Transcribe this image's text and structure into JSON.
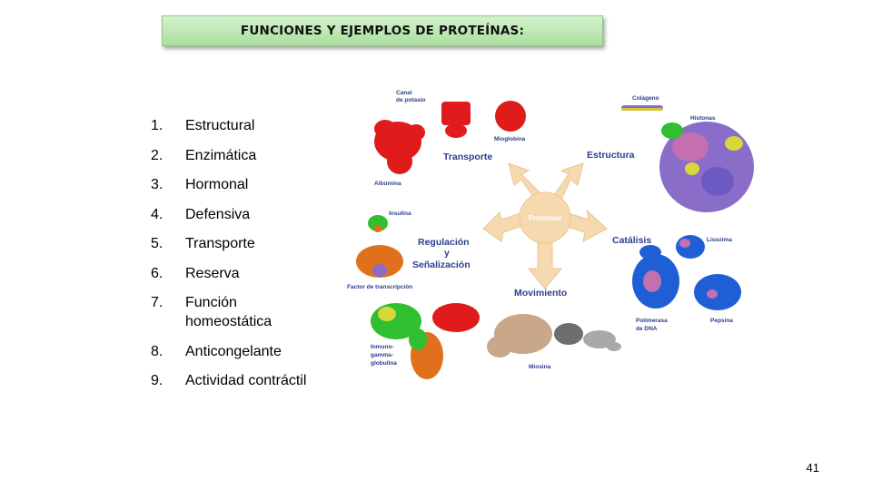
{
  "title": "FUNCIONES Y EJEMPLOS DE PROTEÍNAS:",
  "functions": [
    {
      "num": "1.",
      "text": "Estructural"
    },
    {
      "num": "2.",
      "text": "Enzimática"
    },
    {
      "num": "3.",
      "text": "Hormonal"
    },
    {
      "num": "4.",
      "text": "Defensiva"
    },
    {
      "num": "5.",
      "text": "Transporte"
    },
    {
      "num": "6.",
      "text": "Reserva"
    },
    {
      "num": "7.",
      "text": "Función homeostática"
    },
    {
      "num": "8.",
      "text": "Anticongelante"
    },
    {
      "num": "9.",
      "text": "Actividad contráctil"
    }
  ],
  "diagram": {
    "center": "Proteínas",
    "categories": {
      "transporte": "Transporte",
      "estructura": "Estructura",
      "catalisis": "Catálisis",
      "movimiento": "Movimiento",
      "regulacion_1": "Regulación",
      "regulacion_2": "y",
      "regulacion_3": "Señalización"
    },
    "examples": {
      "canal_1": "Canal",
      "canal_2": "de potasio",
      "mioglobina": "Mioglobina",
      "albumina": "Albúmina",
      "colageno": "Colágeno",
      "histonas": "Histonas",
      "insulina": "Insulina",
      "factor": "Factor de transcripción",
      "lisozima": "Lisozima",
      "polimerasa_1": "Polimerasa",
      "polimerasa_2": "de DNA",
      "pepsina": "Pepsina",
      "inmuno_1": "Inmuno-",
      "inmuno_2": "gamma-",
      "inmuno_3": "globulina",
      "miosina": "Miosina"
    },
    "colors": {
      "arrow": "#f7d9b0",
      "category_text": "#2b3f8c",
      "label_text": "#2b3f8c",
      "transport_protein": "#e01b1b",
      "histone_protein": "#8a6cc9",
      "catalysis_protein": "#1f5fd6",
      "myosin_protein": "#c9a88a",
      "antibody_green": "#2fbf2f",
      "antibody_orange": "#e0701c"
    }
  },
  "page_number": "41"
}
